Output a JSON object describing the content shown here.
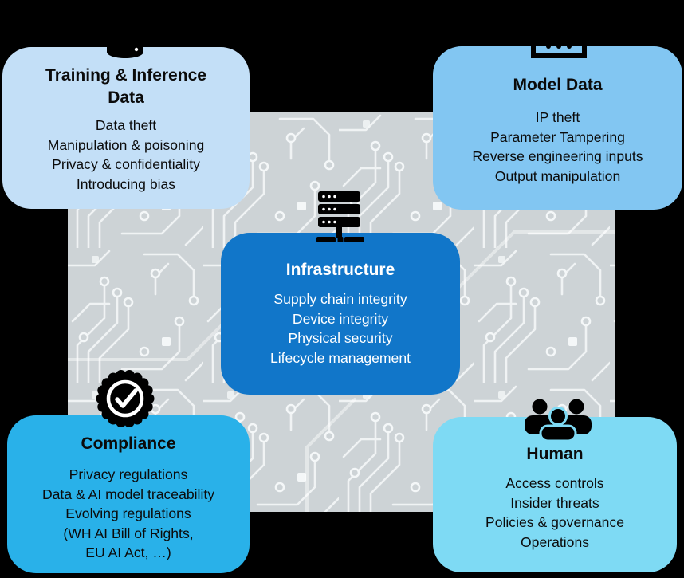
{
  "page": {
    "background_color": "#000000"
  },
  "cards": {
    "training_inference_data": {
      "title": "Training & Inference Data",
      "items": [
        "Data theft",
        "Manipulation & poisoning",
        "Privacy & confidentiality",
        "Introducing bias"
      ],
      "color": "#C3DFF7",
      "text_color": "#0B0B0B",
      "icon": "database-icon"
    },
    "model_data": {
      "title": "Model Data",
      "items": [
        "IP theft",
        "Parameter Tampering",
        "Reverse engineering inputs",
        "Output manipulation"
      ],
      "color": "#82C6F2",
      "text_color": "#0B0B0B",
      "icon": "calculator-icon"
    },
    "infrastructure": {
      "title": "Infrastructure",
      "items": [
        "Supply chain integrity",
        "Device integrity",
        "Physical security",
        "Lifecycle management"
      ],
      "color": "#1176C9",
      "text_color": "#FFFFFF",
      "icon": "server-rack-icon"
    },
    "compliance": {
      "title": "Compliance",
      "items": [
        "Privacy regulations",
        "Data & AI model traceability",
        "Evolving regulations",
        "(WH AI Bill of Rights,",
        "EU AI Act, …)"
      ],
      "color": "#29B1E9",
      "text_color": "#0B0B0B",
      "icon": "certified-badge-icon"
    },
    "human": {
      "title": "Human",
      "items": [
        "Access controls",
        "Insider threats",
        "Policies & governance",
        "Operations"
      ],
      "color": "#7EDAF4",
      "text_color": "#0B0B0B",
      "icon": "people-group-icon"
    }
  }
}
